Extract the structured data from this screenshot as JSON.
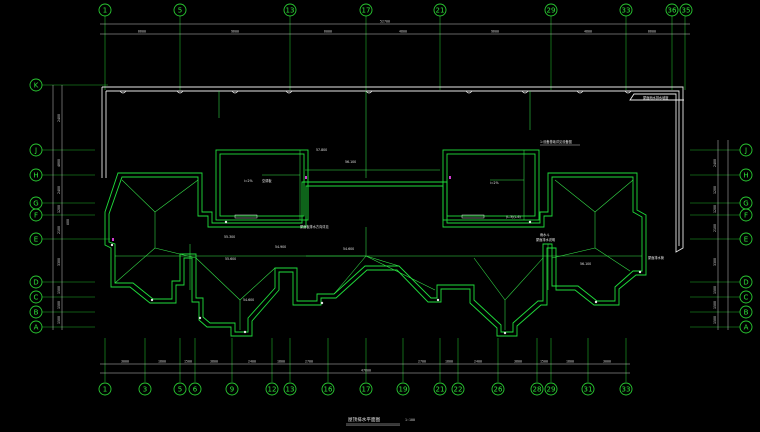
{
  "drawing": {
    "title": "屋顶排水平面图",
    "scale": "1:100"
  },
  "axes": {
    "top": [
      "1",
      "5",
      "13",
      "17",
      "21",
      "29",
      "33",
      "36",
      "35"
    ],
    "bottom": [
      "1",
      "3",
      "5",
      "6",
      "9",
      "12",
      "13",
      "16",
      "17",
      "19",
      "21",
      "22",
      "26",
      "28",
      "29",
      "31",
      "33"
    ],
    "left": [
      "K",
      "J",
      "H",
      "G",
      "F",
      "E",
      "D",
      "C",
      "B",
      "A"
    ],
    "right": [
      "J",
      "H",
      "G",
      "F",
      "E",
      "D",
      "C",
      "B",
      "A"
    ]
  },
  "dimensions": {
    "top_total": "52700",
    "top_segments": [
      "6600",
      "9600",
      "6000",
      "4800",
      "9600",
      "4800",
      "6600"
    ],
    "bottom_total": "47800",
    "bottom_segments": [
      "3000",
      "1800",
      "1500",
      "3800",
      "2400",
      "1800",
      "2700",
      "2700",
      "1800",
      "2400",
      "3800",
      "1500",
      "1800",
      "3000"
    ],
    "left_segments": [
      "2400",
      "4800",
      "2400",
      "1200",
      "600",
      "2100",
      "3300",
      "1500",
      "1500",
      "1500"
    ],
    "right_segments": [
      "2400",
      "1200",
      "1200",
      "2100",
      "3300",
      "1500",
      "1500",
      "1500"
    ]
  },
  "annotations": [
    {
      "id": "n1",
      "text": "屋面雨水排水坡度"
    },
    {
      "id": "n2",
      "text": "1:设备基础详见设备图"
    },
    {
      "id": "n3",
      "text": "i=2%"
    },
    {
      "id": "n4",
      "text": "空调板"
    },
    {
      "id": "n5",
      "text": "屋面板排水方向详见"
    },
    {
      "id": "n6",
      "text": "55.300"
    },
    {
      "id": "n7",
      "text": "54.900"
    },
    {
      "id": "n8",
      "text": "56.100"
    },
    {
      "id": "n9",
      "text": "57.800"
    },
    {
      "id": "n10",
      "text": "54.600"
    },
    {
      "id": "n11",
      "text": "55.600"
    },
    {
      "id": "n12",
      "text": "(L-3)(L-6)"
    },
    {
      "id": "n13",
      "text": "屋面排水说明"
    },
    {
      "id": "n14",
      "text": "雨水斗"
    },
    {
      "id": "n15",
      "text": "屋面排水管"
    },
    {
      "id": "n16",
      "text": "54.600"
    },
    {
      "id": "n17",
      "text": "56.100"
    },
    {
      "id": "n18",
      "text": "i=2%"
    }
  ]
}
